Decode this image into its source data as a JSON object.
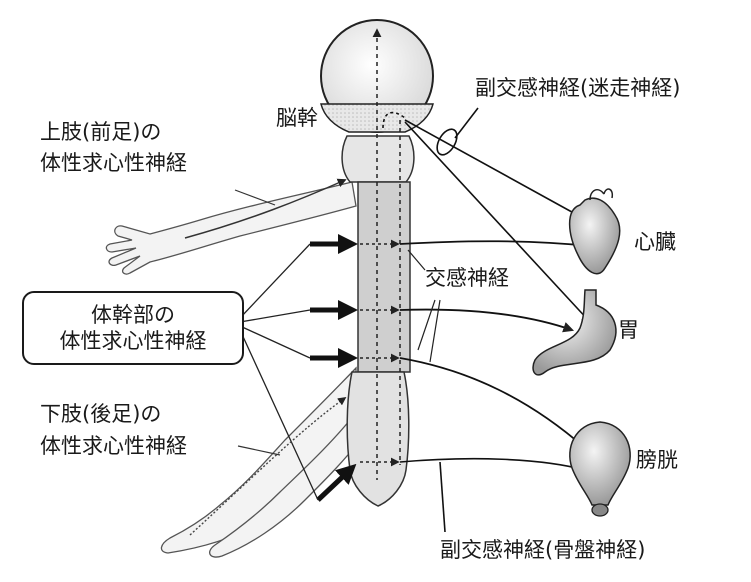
{
  "labels": {
    "brainstem": "脳幹",
    "parasym_vagus": "副交感神経(迷走神経)",
    "upper_limb_line1": "上肢(前足)の",
    "upper_limb_line2": "体性求心性神経",
    "trunk_line1": "体幹部の",
    "trunk_line2": "体性求心性神経",
    "lower_limb_line1": "下肢(後足)の",
    "lower_limb_line2": "体性求心性神経",
    "sympathetic": "交感神経",
    "heart": "心臓",
    "stomach": "胃",
    "bladder": "膀胱",
    "parasym_pelvic": "副交感神経(骨盤神経)"
  }
}
